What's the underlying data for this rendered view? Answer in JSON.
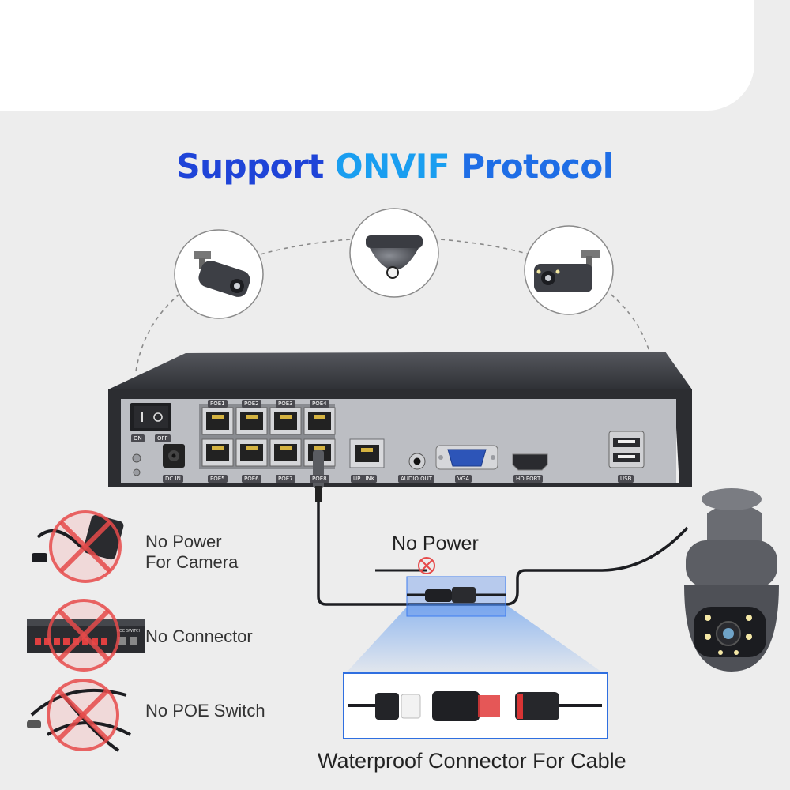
{
  "header": {
    "title_part1": "Support",
    "title_part2": "ONVIF",
    "title_part3": "Protocol"
  },
  "supported_cameras": [
    {
      "icon": "bullet-camera-icon"
    },
    {
      "icon": "dome-camera-icon"
    },
    {
      "icon": "bullet-camera-icon"
    }
  ],
  "nvr": {
    "switch_on": "ON",
    "switch_off": "OFF",
    "dc_in": "DC IN",
    "poe_top": [
      "POE1",
      "POE2",
      "POE3",
      "POE4"
    ],
    "poe_bottom": [
      "POE5",
      "POE6",
      "POE7",
      "POE8"
    ],
    "uplink": "UP LINK",
    "audio_out": "AUDIO OUT",
    "vga": "VGA",
    "hd_port": "HD PORT",
    "usb": "USB"
  },
  "features": {
    "no_power_camera": "No Power\nFor Camera",
    "no_power_camera_line1": "No Power",
    "no_power_camera_line2": "For Camera",
    "no_connector": "No Connector",
    "no_poe_switch": "No POE Switch",
    "cable_no_power": "No Power",
    "waterproof": "Waterproof Connector For Cable",
    "poe_switch_tag": "POE SWITCH"
  },
  "colors": {
    "title_dark_blue": "#1f44d8",
    "title_light_blue": "#1a9ef0",
    "nvr_body": "#3b3d42",
    "panel": "#b9bbc0",
    "prohibit_red": "#e64a4a"
  }
}
